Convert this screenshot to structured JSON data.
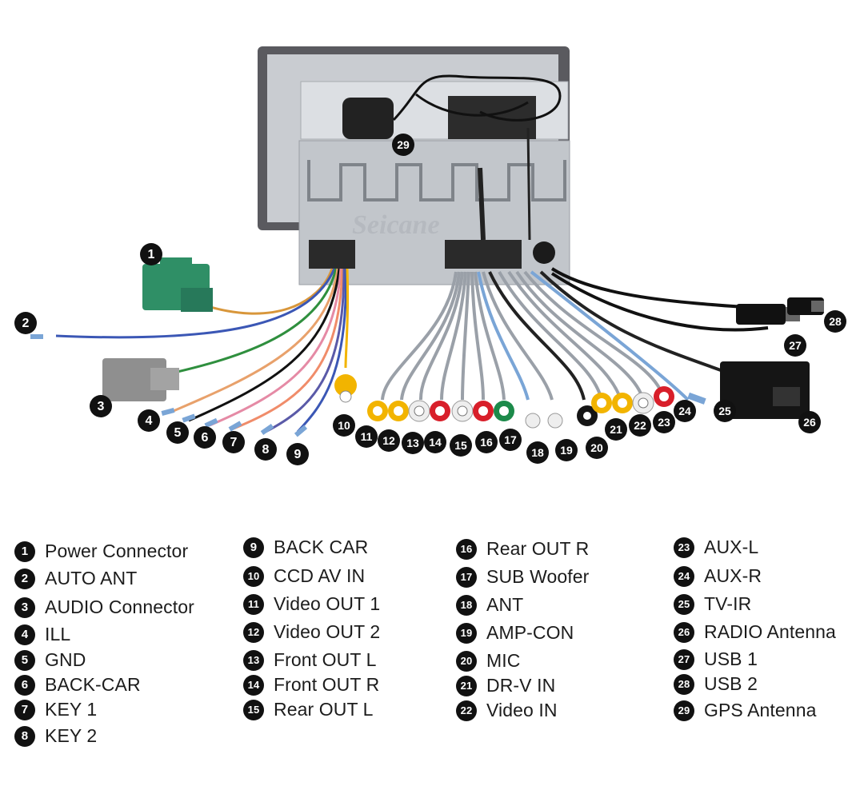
{
  "brand": "Seicane",
  "callouts": [
    "1",
    "2",
    "3",
    "4",
    "5",
    "6",
    "7",
    "8",
    "9",
    "10",
    "11",
    "12",
    "13",
    "14",
    "15",
    "16",
    "17",
    "18",
    "19",
    "20",
    "21",
    "22",
    "23",
    "24",
    "25",
    "26",
    "27",
    "28",
    "29"
  ],
  "legend": [
    {
      "num": "1",
      "label": "Power Connector"
    },
    {
      "num": "2",
      "label": "AUTO ANT"
    },
    {
      "num": "3",
      "label": "AUDIO Connector"
    },
    {
      "num": "4",
      "label": "ILL"
    },
    {
      "num": "5",
      "label": "GND"
    },
    {
      "num": "6",
      "label": "BACK-CAR"
    },
    {
      "num": "7",
      "label": "KEY 1"
    },
    {
      "num": "8",
      "label": "KEY 2"
    },
    {
      "num": "9",
      "label": "BACK CAR"
    },
    {
      "num": "10",
      "label": "CCD AV IN"
    },
    {
      "num": "11",
      "label": "Video OUT 1"
    },
    {
      "num": "12",
      "label": "Video OUT 2"
    },
    {
      "num": "13",
      "label": "Front OUT L"
    },
    {
      "num": "14",
      "label": "Front OUT R"
    },
    {
      "num": "15",
      "label": "Rear OUT L"
    },
    {
      "num": "16",
      "label": "Rear OUT R"
    },
    {
      "num": "17",
      "label": "SUB Woofer"
    },
    {
      "num": "18",
      "label": "ANT"
    },
    {
      "num": "19",
      "label": "AMP-CON"
    },
    {
      "num": "20",
      "label": "MIC"
    },
    {
      "num": "21",
      "label": "DR-V IN"
    },
    {
      "num": "22",
      "label": "Video IN"
    },
    {
      "num": "23",
      "label": "AUX-L"
    },
    {
      "num": "24",
      "label": "AUX-R"
    },
    {
      "num": "25",
      "label": "TV-IR"
    },
    {
      "num": "26",
      "label": "RADIO Antenna"
    },
    {
      "num": "27",
      "label": "USB 1"
    },
    {
      "num": "28",
      "label": "USB 2"
    },
    {
      "num": "29",
      "label": "GPS Antenna"
    }
  ],
  "colors": {
    "wire_gray": "#9aa0a8",
    "rca_yellow": "#f2b400",
    "rca_red": "#d81f2a",
    "rca_white": "#eeeeee",
    "rca_green": "#1c8a4a",
    "power_connector": "#2f8f66",
    "audio_connector": "#8f8f8f",
    "black_connector": "#151515"
  }
}
